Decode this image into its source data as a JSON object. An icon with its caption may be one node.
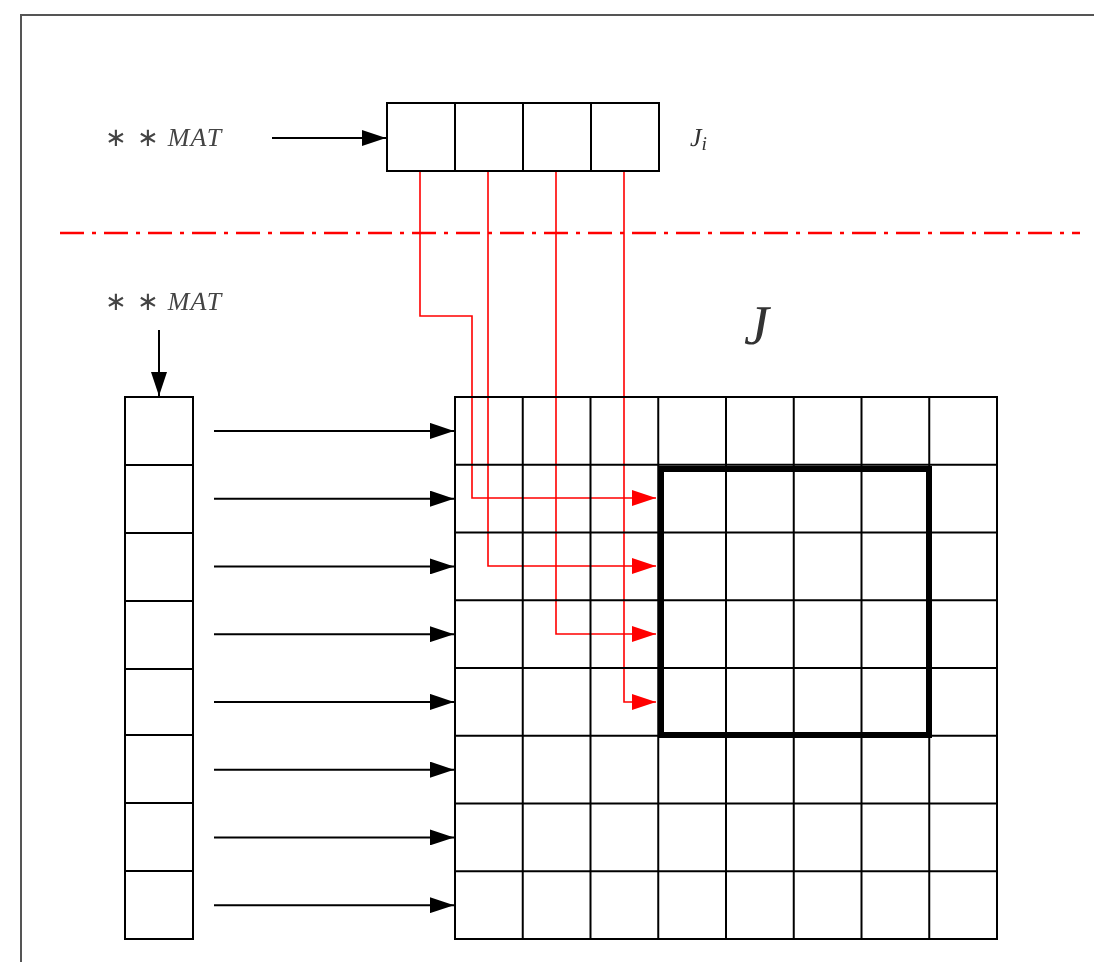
{
  "diagram": {
    "nodes": [
      {
        "text": [
          "∗ ∗ MAT"
        ]
      },
      {
        "text": [],
        "shape": "box"
      },
      {
        "text": [],
        "shape": "box"
      },
      {
        "text": [],
        "shape": "box"
      },
      {
        "text": [],
        "shape": "box"
      },
      {
        "text": [
          "∗ ∗ MAT"
        ]
      },
      {
        "text": [],
        "shape": "box"
      },
      {
        "text": [],
        "shape": "box"
      },
      {
        "text": [],
        "shape": "box"
      },
      {
        "text": [],
        "shape": "box"
      },
      {
        "text": [],
        "shape": "box"
      },
      {
        "text": [],
        "shape": "box"
      },
      {
        "text": [],
        "shape": "box"
      },
      {
        "text": [],
        "shape": "box"
      },
      {
        "text": [],
        "shape": "box",
        "beside": [
          "J"
        ]
      },
      {
        "text": [],
        "shape": "box",
        "in": 14
      }
    ],
    "edges": [
      {
        "from": 0,
        "to": 1,
        "arrow": "to"
      },
      {
        "from": 1,
        "to": 15,
        "arrow": "to",
        "color": "#ff0000"
      },
      {
        "from": 2,
        "to": 15,
        "arrow": "to",
        "color": "#ff0000"
      },
      {
        "from": 3,
        "to": 15,
        "arrow": "to",
        "color": "#ff0000"
      },
      {
        "from": 4,
        "to": 15,
        "arrow": "to",
        "color": "#ff0000"
      },
      {
        "from": 5,
        "to": 6,
        "arrow": "to"
      },
      {
        "from": 6,
        "to": 14,
        "arrow": "to"
      },
      {
        "from": 7,
        "to": 14,
        "arrow": "to"
      },
      {
        "from": 8,
        "to": 14,
        "arrow": "to"
      },
      {
        "from": 9,
        "to": 14,
        "arrow": "to"
      },
      {
        "from": 10,
        "to": 14,
        "arrow": "to"
      },
      {
        "from": 11,
        "to": 14,
        "arrow": "to"
      },
      {
        "from": 12,
        "to": 14,
        "arrow": "to"
      },
      {
        "from": 13,
        "to": 14,
        "arrow": "to"
      }
    ],
    "labels": [
      "J$_{i}$"
    ]
  }
}
